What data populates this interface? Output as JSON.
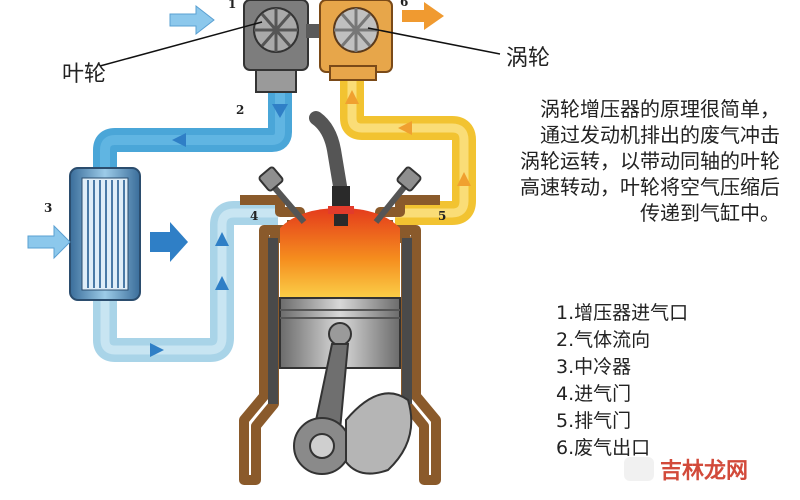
{
  "labels": {
    "impeller": "叶轮",
    "turbine": "涡轮"
  },
  "description_lines": [
    "涡轮增压器的原理很简单，",
    "通过发动机排出的废气冲击",
    "涡轮运转，以带动同轴的叶轮",
    "高速转动，叶轮将空气压缩后",
    "传递到气缸中。"
  ],
  "legend": [
    "1.增压器进气口",
    "2.气体流向",
    "3.中冷器",
    "4.进气门",
    "5.排气门",
    "6.废气出口"
  ],
  "numbers": [
    "1",
    "2",
    "3",
    "4",
    "5",
    "6"
  ],
  "watermark": {
    "text": "吉林龙网"
  },
  "colors": {
    "intake_pipe": "#4aa6d8",
    "cool_pipe": "#a9d4e8",
    "exhaust_pipe": "#f2c331",
    "engine_block": "#8a5a2b",
    "flame": "#f08a1e",
    "arrow_blue": "#2f7fc6",
    "arrow_orange": "#f0a030"
  }
}
